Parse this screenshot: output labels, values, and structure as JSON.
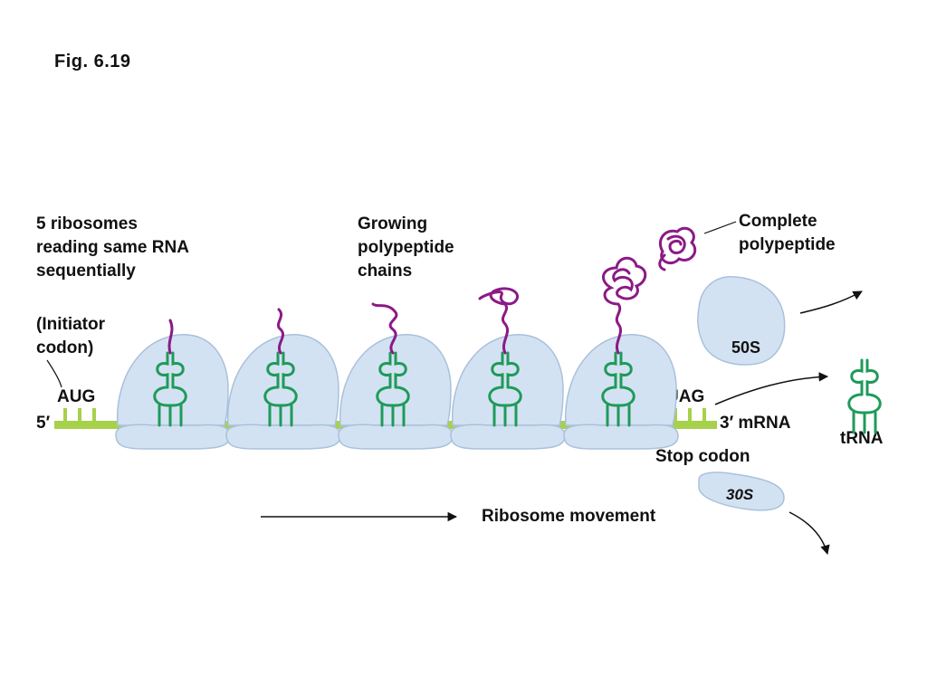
{
  "figure": {
    "label": "Fig. 6.19"
  },
  "labels": {
    "ribosomes_line1": "5 ribosomes",
    "ribosomes_line2": "reading same RNA",
    "ribosomes_line3": "sequentially",
    "growing_line1": "Growing",
    "growing_line2": "polypeptide",
    "growing_line3": "chains",
    "complete_line1": "Complete",
    "complete_line2": "polypeptide",
    "initiator_line1": "(Initiator",
    "initiator_line2": "codon)",
    "aug": "AUG",
    "five_prime": "5′",
    "uag": "UAG",
    "three_prime": "3′ mRNA",
    "stop_codon": "Stop codon",
    "large_subunit": "50S",
    "small_subunit": "30S",
    "trna": "tRNA",
    "movement": "Ribosome movement"
  },
  "colors": {
    "mrna": "#a6d14a",
    "trna": "#1f9a5a",
    "polypeptide": "#8b1a86",
    "ribosome_fill": "#d3e2f2",
    "ribosome_stroke": "#a9c1dc"
  }
}
